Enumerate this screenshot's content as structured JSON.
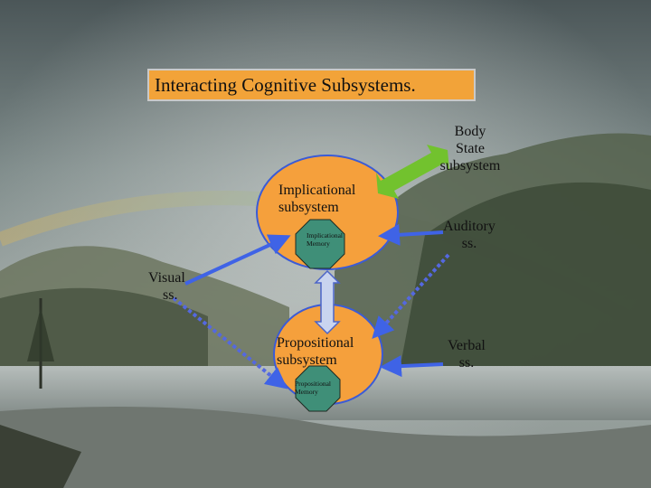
{
  "title": "Interacting Cognitive Subsystems.",
  "nodes": {
    "implicational": {
      "line1": "Implicational",
      "line2": "subsystem"
    },
    "implicational_memory": {
      "line1": "Implicational",
      "line2": "Memory"
    },
    "propositional": {
      "line1": "Propositional",
      "line2": "subsystem"
    },
    "propositional_memory": {
      "line1": "Propositional",
      "line2": "Memory"
    },
    "body_state": {
      "line1": "Body",
      "line2": "State",
      "line3": "subsystem"
    },
    "auditory": {
      "line1": "Auditory",
      "line2": "ss."
    },
    "visual": {
      "line1": "Visual",
      "line2": "ss."
    },
    "verbal": {
      "line1": "Verbal",
      "line2": "ss."
    }
  },
  "colors": {
    "title_box": "#f2a339",
    "subsystem_fill": "#f5a03c",
    "memory_fill": "#3f8f78",
    "arrow_blue": "#3f63e6",
    "arrow_green": "#72c22e",
    "arrow_vertical": "#c9d4ef"
  }
}
